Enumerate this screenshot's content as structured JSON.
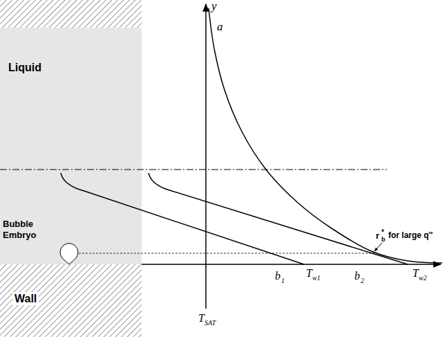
{
  "diagram": {
    "nodes": [
      {
        "text": [
          "Liquid",
          "Bubble Embryo"
        ]
      },
      {
        "text": [
          "Wall"
        ]
      }
    ],
    "labels": [
      "y",
      "a",
      "r",
      "b",
      "*",
      "for large q''",
      "b",
      "1",
      "T",
      "w1",
      "b",
      "2",
      "T",
      "w2",
      "T",
      "SAT"
    ]
  }
}
